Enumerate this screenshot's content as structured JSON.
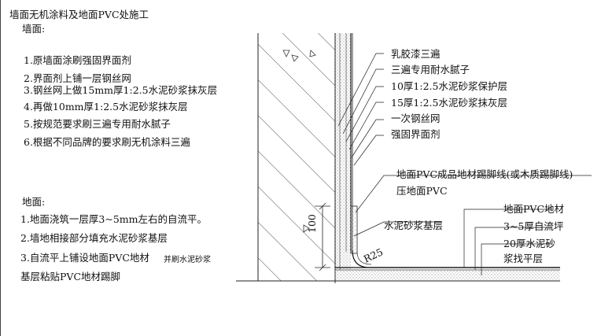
{
  "title": "墙面无机涂料及地面PVC处施工",
  "wall": {
    "heading": "墙面:",
    "steps": [
      "1.原墙面涂刷强固界面剂",
      "2.界面剂上铺一层钢丝网",
      "3.钢丝网上做15mm厚1:2.5水泥砂浆抹灰层",
      "4.再做10mm厚1:2.5水泥砂浆抹灰层",
      "5.按规范要求刷三遍专用耐水腻子",
      "6.根据不同品牌的要求刷无机涂料三遍"
    ]
  },
  "floor": {
    "heading": "地面:",
    "steps": [
      "1.地面浇筑一层厚3~5mm左右的自流平。",
      "2.墙地相接部分填充水泥砂浆基层",
      "3.自流平上铺设地面PVC地材"
    ],
    "step3_small": "并刷水泥砂浆",
    "step3_cont": "基层粘贴PVC地材踢脚"
  },
  "wall_layers": [
    "乳胶漆三遍",
    "三遍专用耐水腻子",
    "10厚1:2.5水泥砂浆保护层",
    "15厚1:2.5水泥砂浆抹灰层",
    "一次钢丝网",
    "强固界面剂"
  ],
  "skirting": {
    "line1": "地面PVC成品地材踢脚线(或木质踢脚线)",
    "line2": "压地面PVC"
  },
  "cement_base": "水泥砂浆基层",
  "floor_layers": {
    "pvc": "地面PVC地材",
    "self_level": "3~5厚自流坪",
    "screed_1": "20厚水泥砂",
    "screed_2": "浆找平层"
  },
  "dimension": "100",
  "radius": "R25"
}
